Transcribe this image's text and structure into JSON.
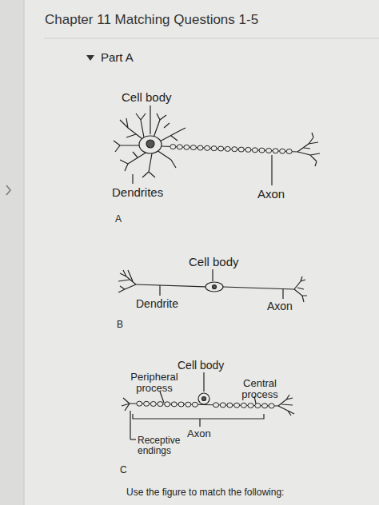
{
  "diagram": {
    "title": "Chapter 11 Matching Questions 1-5",
    "labels": [
      "Part A",
      "Cell body",
      "Dendrites",
      "Axon",
      "A",
      "Cell body",
      "Dendrite",
      "Axon",
      "B",
      "Cell body",
      "Peripheral process",
      "Central process",
      "Axon",
      "Receptive endings",
      "C",
      "Use the figure to match the following:"
    ]
  }
}
